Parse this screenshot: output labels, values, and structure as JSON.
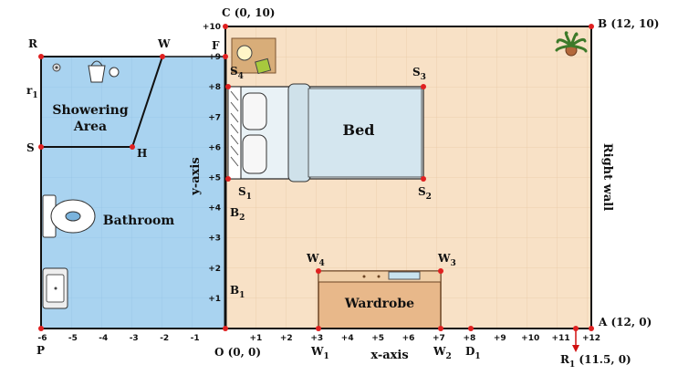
{
  "rooms": {
    "bathroom": "Bathroom",
    "showering_area_line1": "Showering",
    "showering_area_line2": "Area",
    "bed": "Bed",
    "wardrobe": "Wardrobe"
  },
  "axes": {
    "x_label": "x-axis",
    "y_label": "y-axis",
    "right_wall": "Right wall"
  },
  "x_ticks": [
    "-6",
    "-5",
    "-4",
    "-3",
    "-2",
    "-1",
    "+1",
    "+2",
    "+3",
    "+4",
    "+5",
    "+6",
    "+7",
    "+8",
    "+9",
    "+10",
    "+11",
    "+12"
  ],
  "y_ticks": [
    "+1",
    "+2",
    "+3",
    "+4",
    "+5",
    "+6",
    "+7",
    "+8",
    "+9",
    "+10"
  ],
  "points": {
    "C": "C (0, 10)",
    "B": "B (12, 10)",
    "A": "A (12, 0)",
    "O": "O (0, 0)",
    "R1": "R",
    "R1_sub": "1",
    "R1_coord": " (11.5, 0)",
    "R": "R",
    "W": "W",
    "F": "F",
    "r1": "r",
    "r1_sub": "1",
    "S": "S",
    "H": "H",
    "P": "P",
    "S4": "S",
    "S4_sub": "4",
    "S3": "S",
    "S3_sub": "3",
    "S1": "S",
    "S1_sub": "1",
    "S2": "S",
    "S2_sub": "2",
    "B2": "B",
    "B2_sub": "2",
    "B1": "B",
    "B1_sub": "1",
    "W4": "W",
    "W4_sub": "4",
    "W3": "W",
    "W3_sub": "3",
    "W1": "W",
    "W1_sub": "1",
    "W2": "W",
    "W2_sub": "2",
    "D1": "D",
    "D1_sub": "1"
  },
  "colors": {
    "bathroom_fill": "#a9d3f0",
    "bedroom_fill": "#f8e1c6",
    "grid_line": "#e9c9a6",
    "bath_grid_line": "#8fbfe3",
    "wall": "#111111",
    "point": "#e02020",
    "wardrobe": "#e8b88a",
    "bed_sheet": "#d4e6ef"
  }
}
